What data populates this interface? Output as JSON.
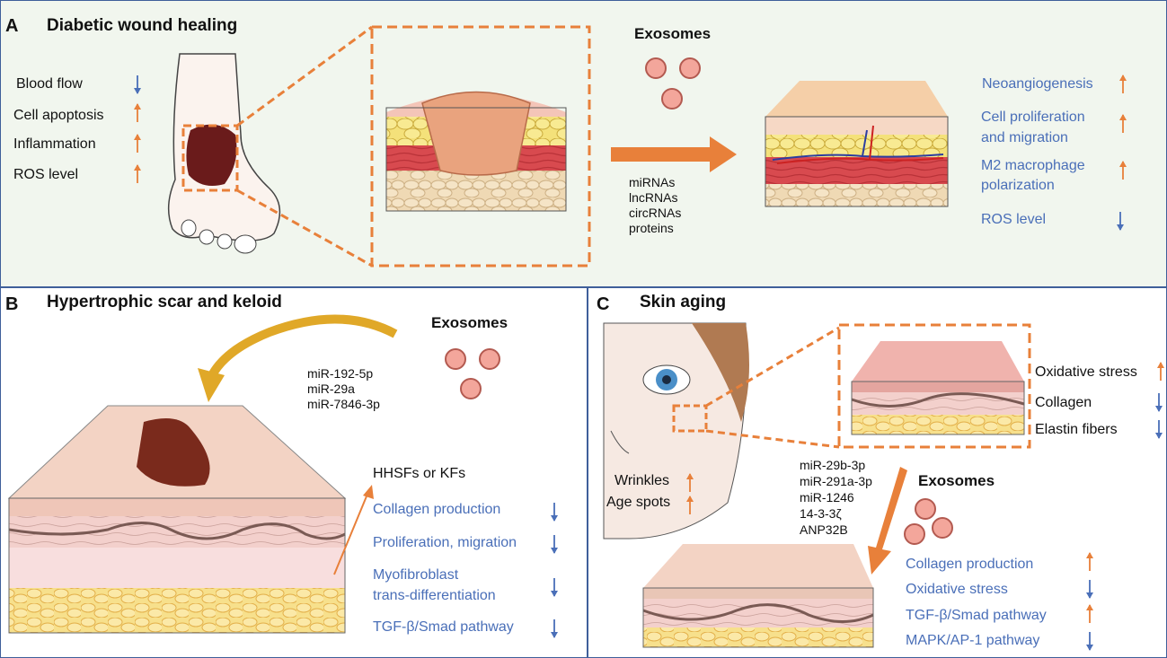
{
  "panelA": {
    "label": "A",
    "title": "Diabetic wound healing",
    "conditions": [
      {
        "text": "Blood flow",
        "dir": "down"
      },
      {
        "text": "Cell apoptosis",
        "dir": "up"
      },
      {
        "text": "Inflammation",
        "dir": "up"
      },
      {
        "text": "ROS level",
        "dir": "up"
      }
    ],
    "exosomes": "Exosomes",
    "cargo": [
      "miRNAs",
      "lncRNAs",
      "circRNAs",
      "proteins"
    ],
    "effects": [
      {
        "lines": [
          "Neoangiogenesis"
        ],
        "dir": "up"
      },
      {
        "lines": [
          "Cell proliferation",
          "and migration"
        ],
        "dir": "up"
      },
      {
        "lines": [
          "M2 macrophage",
          "polarization"
        ],
        "dir": "up"
      },
      {
        "lines": [
          "ROS level"
        ],
        "dir": "down"
      }
    ]
  },
  "panelB": {
    "label": "B",
    "title": "Hypertrophic scar and keloid",
    "exosomes": "Exosomes",
    "cargo": [
      "miR-192-5p",
      "miR-29a",
      "miR-7846-3p"
    ],
    "target": "HHSFs or KFs",
    "effects": [
      {
        "lines": [
          "Collagen production"
        ],
        "dir": "down"
      },
      {
        "lines": [
          "Proliferation, migration"
        ],
        "dir": "down"
      },
      {
        "lines": [
          "Myofibroblast",
          "trans-differentiation"
        ],
        "dir": "down"
      },
      {
        "lines": [
          "TGF-β/Smad pathway"
        ],
        "dir": "down"
      }
    ]
  },
  "panelC": {
    "label": "C",
    "title": "Skin aging",
    "face_effects": [
      {
        "text": "Wrinkles",
        "dir": "up"
      },
      {
        "text": "Age spots",
        "dir": "up"
      }
    ],
    "aging_effects": [
      {
        "text": "Oxidative stress",
        "dir": "up"
      },
      {
        "text": "Collagen",
        "dir": "down"
      },
      {
        "text": "Elastin fibers",
        "dir": "down"
      }
    ],
    "cargo": [
      "miR-29b-3p",
      "miR-291a-3p",
      "miR-1246",
      "14-3-3ζ",
      "ANP32B"
    ],
    "exosomes": "Exosomes",
    "effects": [
      {
        "text": "Collagen production",
        "dir": "up"
      },
      {
        "text": "Oxidative stress",
        "dir": "down"
      },
      {
        "text": "TGF-β/Smad pathway",
        "dir": "up"
      },
      {
        "text": "MAPK/AP-1 pathway",
        "dir": "down"
      }
    ]
  },
  "colors": {
    "up_arrow": "#e8803a",
    "down_arrow": "#4a6fb8",
    "panel_bg": "#f1f6ee",
    "border": "#3f5f9a",
    "accent": "#e8803a"
  }
}
